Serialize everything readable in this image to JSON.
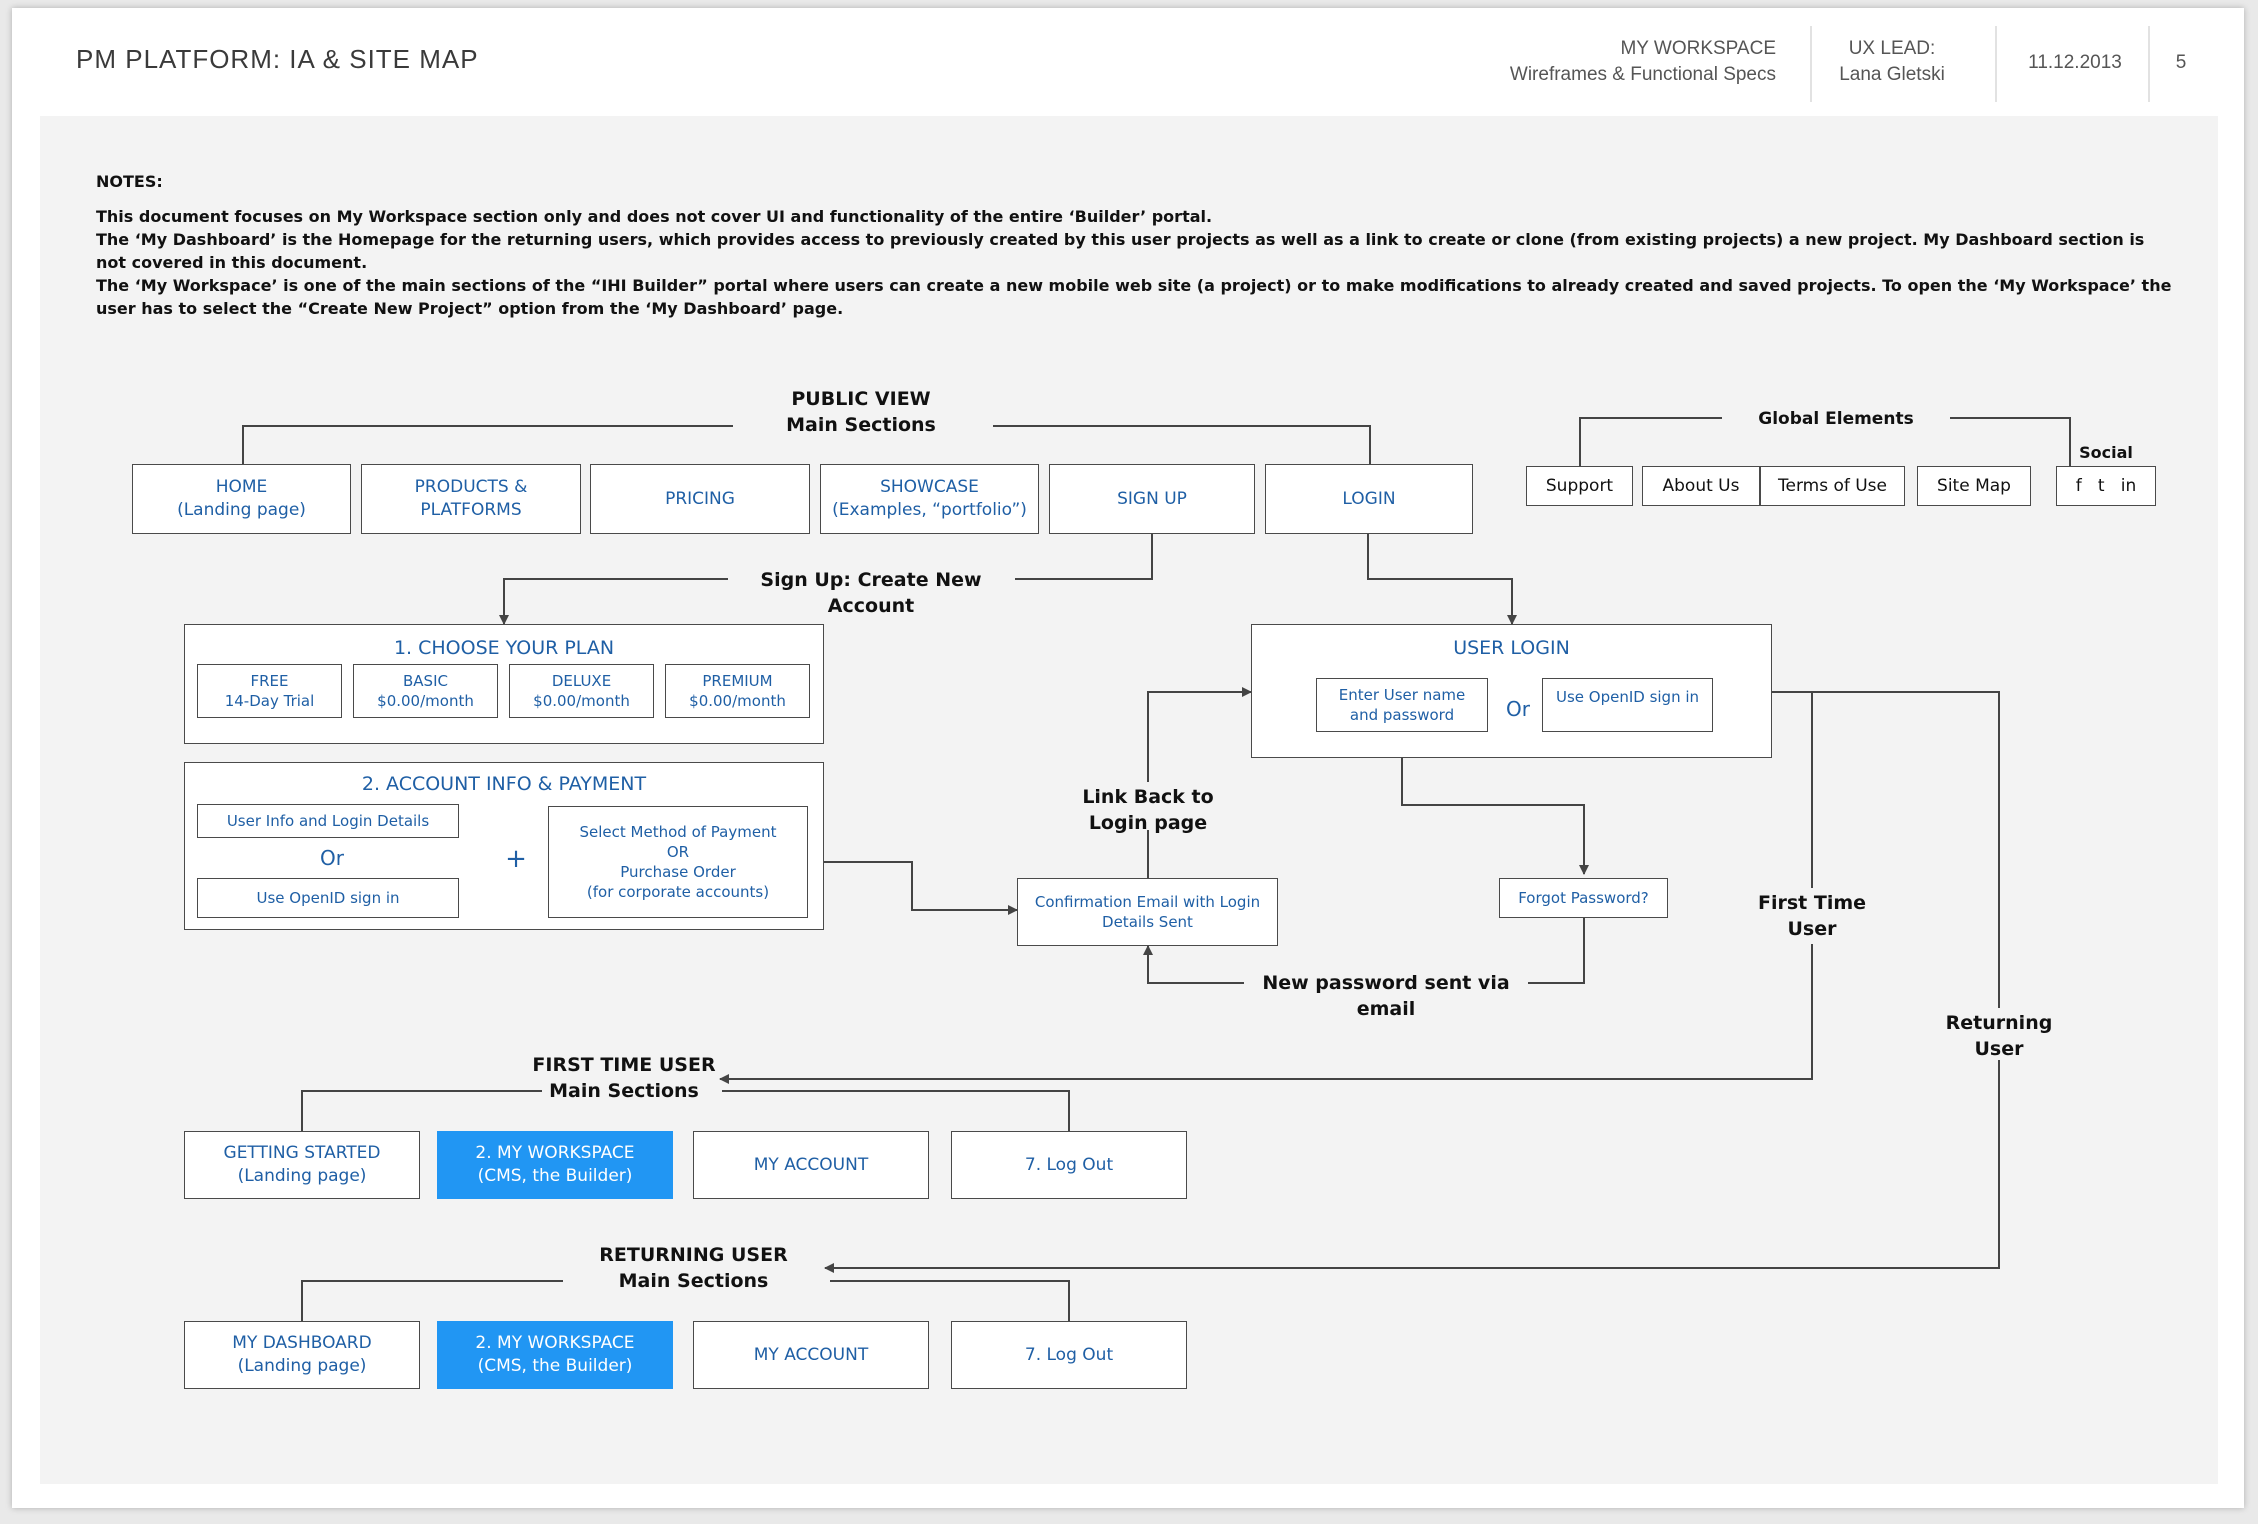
{
  "header": {
    "title": "PM PLATFORM:  IA & SITE MAP",
    "section": "MY WORKSPACE",
    "doc_type": "Wireframes & Functional Specs",
    "lead_label": "UX LEAD:",
    "lead_name": "Lana Gletski",
    "date": "11.12.2013",
    "page": "5"
  },
  "notes": {
    "title": "NOTES:",
    "lines": [
      "This document focuses on My Workspace section only and does not cover UI and functionality of the entire ‘Builder’ portal.",
      "The ‘My Dashboard’ is the Homepage for the returning users, which provides access to previously created by this user projects as well as a link to create or clone (from existing projects) a new project.  My Dashboard  section is not covered in this document.",
      "The ‘My Workspace’ is one of the main sections of the “IHI Builder” portal where users can create a new mobile web site (a project) or to make modifications to already created  and saved projects.  To open the ‘My Workspace’ the user has to select the “Create New Project” option from the ‘My Dashboard’ page."
    ]
  },
  "public_view": {
    "label": "PUBLIC VIEW\nMain Sections",
    "items": [
      "HOME\n(Landing page)",
      "PRODUCTS &\nPLATFORMS",
      "PRICING",
      "SHOWCASE\n(Examples, “portfolio”)",
      "SIGN UP",
      "LOGIN"
    ]
  },
  "global": {
    "label": "Global Elements",
    "items": [
      "Support",
      "About Us",
      "Terms of Use",
      "Site Map"
    ],
    "social_label": "Social",
    "social_icons": "f   t   in"
  },
  "signup": {
    "label": "Sign Up: Create New Account",
    "plan_title": "1. CHOOSE YOUR PLAN",
    "plans": [
      "FREE\n14-Day Trial",
      "BASIC\n$0.00/month",
      "DELUXE\n$0.00/month",
      "PREMIUM\n$0.00/month"
    ],
    "account_title": "2.  ACCOUNT INFO & PAYMENT",
    "user_info": "User Info and Login Details",
    "or": "Or",
    "openid": "Use OpenID sign in",
    "plus": "+",
    "payment": "Select Method of Payment\nOR\nPurchase Order\n(for corporate accounts)"
  },
  "login": {
    "title": "USER LOGIN",
    "enter": "Enter User name\nand password",
    "or": "Or",
    "openid": "Use OpenID sign in",
    "forgot": "Forgot Password?",
    "confirmation": "Confirmation Email with  Login\nDetails Sent",
    "link_back": "Link Back to\nLogin page",
    "new_password": "New password sent via email",
    "first_time": "First Time\nUser",
    "returning": "Returning\nUser"
  },
  "first_time_user": {
    "label": "FIRST TIME USER\nMain Sections",
    "items": [
      "GETTING STARTED\n(Landing page)",
      "2. MY WORKSPACE\n(CMS, the  Builder)",
      "MY ACCOUNT",
      "7. Log Out"
    ]
  },
  "returning_user": {
    "label": "RETURNING USER\nMain Sections",
    "items": [
      "MY DASHBOARD\n(Landing page)",
      "2. MY WORKSPACE\n(CMS, the  Builder)",
      "MY ACCOUNT",
      "7. Log Out"
    ]
  },
  "colors": {
    "highlight": "#2196f3",
    "link_text": "#1f5fa5",
    "canvas": "#f3f3f3"
  }
}
